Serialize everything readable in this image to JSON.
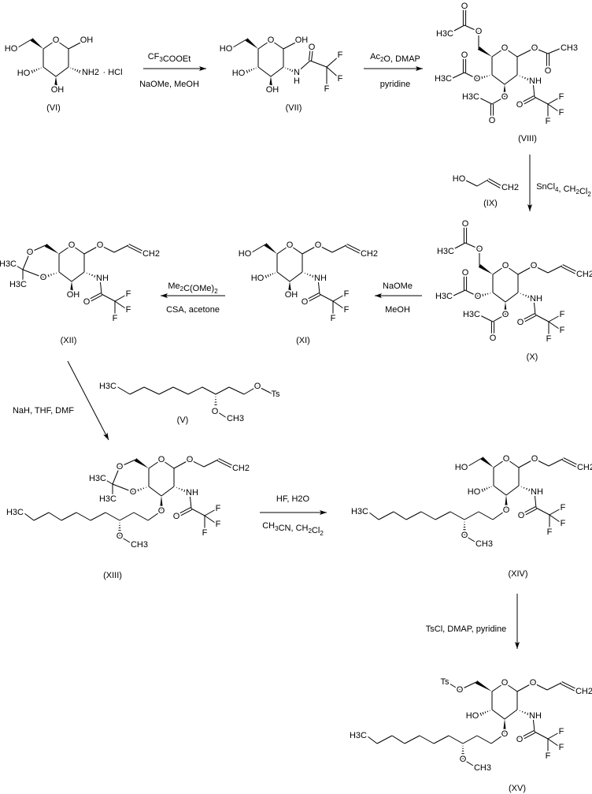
{
  "atoms": {
    "HO": "HO",
    "OH": "OH",
    "O": "O",
    "NH": "NH",
    "N": "N",
    "H": "H",
    "F": "F",
    "H3C": "H3C",
    "CH3": "CH3",
    "CH2": "CH2",
    "NH2": "NH2",
    "HCl": "· HCl",
    "Ts": "Ts"
  },
  "compounds": {
    "VI": "(VI)",
    "VII": "(VII)",
    "VIII": "(VIII)",
    "IX": "(IX)",
    "X": "(X)",
    "XI": "(XI)",
    "XII": "(XII)",
    "V": "(V)",
    "XIII": "(XIII)",
    "XIV": "(XIV)",
    "XV": "(XV)"
  },
  "reagents": {
    "r1_top": "CF3COOEt",
    "r1_bottom": "NaOMe, MeOH",
    "r2_top": "Ac2O, DMAP",
    "r2_bottom": "pyridine",
    "r3": "SnCl4, CH2Cl2",
    "r4_top": "NaOMe",
    "r4_bottom": "MeOH",
    "r5_top": "Me2C(OMe)2",
    "r5_bottom": "CSA, acetone",
    "r6": "NaH, THF, DMF",
    "r7_top": "HF, H2O",
    "r7_bottom": "CH3CN, CH2Cl2",
    "r8": "TsCl, DMAP, pyridine"
  }
}
